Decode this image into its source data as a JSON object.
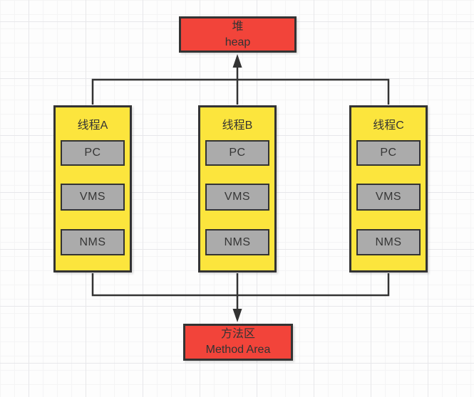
{
  "heap": {
    "line1": "堆",
    "line2": "heap"
  },
  "method_area": {
    "line1": "方法区",
    "line2": "Method Area"
  },
  "threads": [
    {
      "title": "线程A",
      "slots": [
        "PC",
        "VMS",
        "NMS"
      ]
    },
    {
      "title": "线程B",
      "slots": [
        "PC",
        "VMS",
        "NMS"
      ]
    },
    {
      "title": "线程C",
      "slots": [
        "PC",
        "VMS",
        "NMS"
      ]
    }
  ],
  "colors": {
    "node_red": "#f2443a",
    "node_yellow": "#fce53d",
    "node_gray": "#ababab",
    "stroke_dark": "#333333",
    "grid_minor": "#f4f4f5",
    "grid_major": "#e7e7ea",
    "canvas_bg": "#fdfdfd"
  }
}
